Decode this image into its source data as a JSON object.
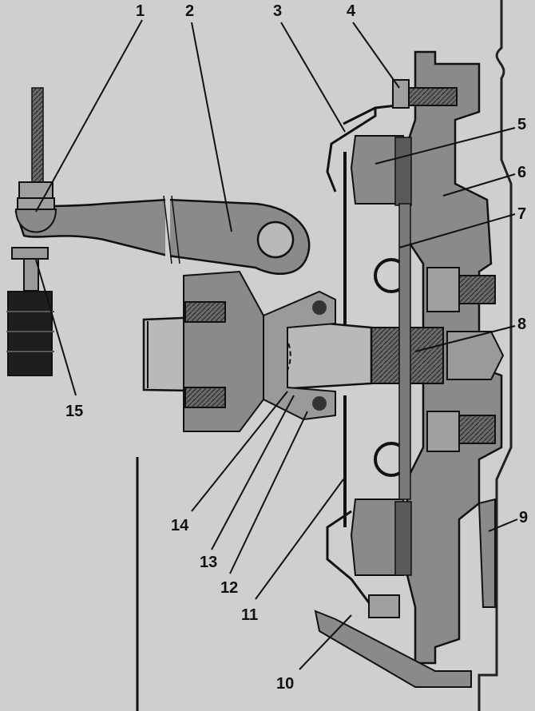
{
  "figure": {
    "callouts": [
      {
        "id": "1",
        "text": "1"
      },
      {
        "id": "2",
        "text": "2"
      },
      {
        "id": "3",
        "text": "3"
      },
      {
        "id": "4",
        "text": "4"
      },
      {
        "id": "5",
        "text": "5"
      },
      {
        "id": "6",
        "text": "6"
      },
      {
        "id": "7",
        "text": "7"
      },
      {
        "id": "8",
        "text": "8"
      },
      {
        "id": "9",
        "text": "9"
      },
      {
        "id": "10",
        "text": "10"
      },
      {
        "id": "11",
        "text": "11"
      },
      {
        "id": "12",
        "text": "12"
      },
      {
        "id": "13",
        "text": "13"
      },
      {
        "id": "14",
        "text": "14"
      },
      {
        "id": "15",
        "text": "15"
      }
    ]
  },
  "colors": {
    "background": "#cfcfcf",
    "metal": "#8a8a8a",
    "metal_light": "#b9b9b9",
    "metal_dark": "#4a4a4a",
    "rubber": "#1e1e1e",
    "outline": "#111111",
    "leader": "#111111"
  }
}
